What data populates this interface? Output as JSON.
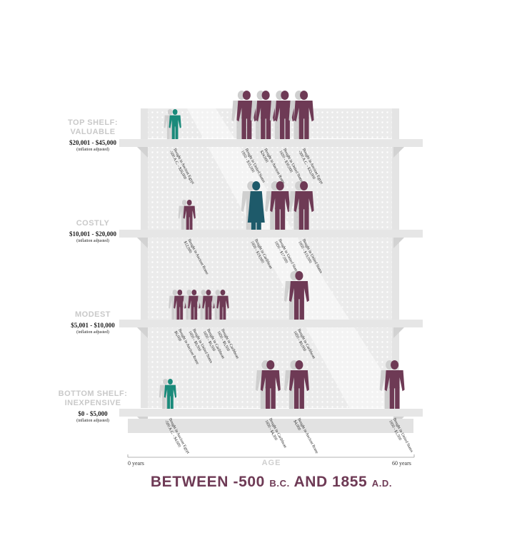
{
  "shelves": [
    {
      "name_line1": "TOP SHELF:",
      "name_line2": "VALUABLE",
      "price": "$20,001 - $45,000",
      "note": "(inflation adjusted)"
    },
    {
      "name_line1": "COSTLY",
      "name_line2": "",
      "price": "$10,001 - $20,000",
      "note": "(inflation adjusted)"
    },
    {
      "name_line1": "MODEST",
      "name_line2": "",
      "price": "$5,001 - $10,000",
      "note": "(inflation adjusted)"
    },
    {
      "name_line1": "BOTTOM SHELF:",
      "name_line2": "INEXPENSIVE",
      "price": "$0 - $5,000",
      "note": "(inflation adjusted)"
    }
  ],
  "axis": {
    "left": "0 years",
    "right": "60 years",
    "title": "AGE",
    "min_age": 0,
    "max_age": 60
  },
  "title": {
    "part1": "BETWEEN -500",
    "part2": "B.C.",
    "part3": "AND 1855",
    "part4": "A.D."
  },
  "colors": {
    "child": "#1a8a7a",
    "adult_male": "#6e3a55",
    "adult_female": "#1e5a6a",
    "shelf": "#e6e6e6",
    "shadow": "#cfcfcf"
  },
  "people": [
    {
      "shelf": 0,
      "age": 9,
      "kind": "child",
      "color": "#1a8a7a",
      "caption": [
        "Bought in Ancient Egypt",
        "-500 A.C. - $28,000"
      ]
    },
    {
      "shelf": 0,
      "age": 24,
      "kind": "adult",
      "color": "#6e3a55",
      "caption": [
        "Bought in United States",
        "1850 - $35,000"
      ]
    },
    {
      "shelf": 0,
      "age": 28,
      "kind": "adult",
      "color": "#6e3a55",
      "caption": [
        "Bought in Ancient Rome",
        "$24,000"
      ]
    },
    {
      "shelf": 0,
      "age": 32,
      "kind": "adult",
      "color": "#6e3a55",
      "caption": [
        "Bought in United States",
        "1850 - $30,000"
      ]
    },
    {
      "shelf": 0,
      "age": 36,
      "kind": "adult",
      "color": "#6e3a55",
      "caption": [
        "Bought in Ancient Egypt",
        "-500 A.C. - $32,000"
      ]
    },
    {
      "shelf": 1,
      "age": 12,
      "kind": "child",
      "color": "#6e3a55",
      "caption": [
        "Bought in Ancient Rome",
        "$12,000"
      ]
    },
    {
      "shelf": 1,
      "age": 26,
      "kind": "female",
      "color": "#1e5a6a",
      "caption": [
        "Bought in Caribbean",
        "1850 - $19,000"
      ]
    },
    {
      "shelf": 1,
      "age": 31,
      "kind": "adult",
      "color": "#6e3a55",
      "caption": [
        "Bought in United States",
        "1850 - $17,000"
      ]
    },
    {
      "shelf": 1,
      "age": 36,
      "kind": "adult",
      "color": "#6e3a55",
      "caption": [
        "Bought in United States",
        "1850 - $19,000"
      ]
    },
    {
      "shelf": 2,
      "age": 10,
      "kind": "child",
      "color": "#6e3a55",
      "caption": [
        "Bought in Ancient Rome",
        "$6,000"
      ]
    },
    {
      "shelf": 2,
      "age": 13,
      "kind": "child",
      "color": "#6e3a55",
      "caption": [
        "Bought in United States",
        "1850 - $8,500"
      ]
    },
    {
      "shelf": 2,
      "age": 16,
      "kind": "child",
      "color": "#6e3a55",
      "caption": [
        "Bought in Caribbean",
        "1850 - $6,500"
      ]
    },
    {
      "shelf": 2,
      "age": 19,
      "kind": "child",
      "color": "#6e3a55",
      "caption": [
        "Bought in Caribbean",
        "1850 - $6,500"
      ]
    },
    {
      "shelf": 2,
      "age": 35,
      "kind": "adult",
      "color": "#6e3a55",
      "caption": [
        "Bought in Caribbean",
        "1850 - $9,000"
      ]
    },
    {
      "shelf": 3,
      "age": 8,
      "kind": "child",
      "color": "#1a8a7a",
      "caption": [
        "Bought in Ancient Egypt",
        "-500 A.C. - $4,600"
      ]
    },
    {
      "shelf": 3,
      "age": 29,
      "kind": "adult",
      "color": "#6e3a55",
      "caption": [
        "Bought in Caribbean",
        "1850 - $4,300"
      ]
    },
    {
      "shelf": 3,
      "age": 35,
      "kind": "adult",
      "color": "#6e3a55",
      "caption": [
        "Bought in Ancient Rome",
        "$4,000"
      ]
    },
    {
      "shelf": 3,
      "age": 55,
      "kind": "adult",
      "color": "#6e3a55",
      "caption": [
        "Bought in United States",
        "1850 - $1,500"
      ]
    }
  ]
}
